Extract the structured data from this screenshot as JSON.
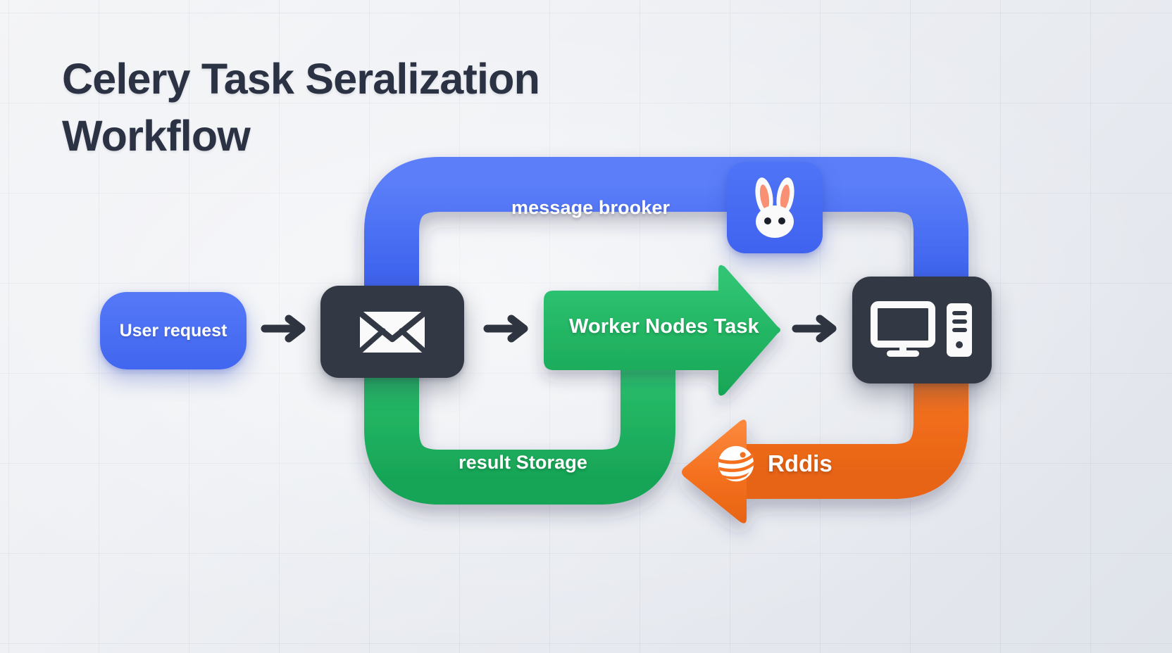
{
  "page": {
    "title_text": "Celery Task Seralization\nWorkflow",
    "background_color": "#eef0f4"
  },
  "colors": {
    "blue": "#4166ef",
    "blue_light": "#5579f7",
    "green": "#22b563",
    "green_light": "#2ec46f",
    "orange": "#f4701f",
    "orange_light": "#fb8034",
    "dark": "#333845",
    "white": "#ffffff",
    "title_ink": "#2b3243",
    "arrow_ink": "#2f3441"
  },
  "nodes": {
    "user_request": {
      "label": "User request",
      "shape": "pill",
      "color": "#4166ef"
    },
    "message_card": {
      "icon": "envelope-icon",
      "shape": "rounded-card",
      "color": "#333845"
    },
    "worker_arrow": {
      "label": "Worker Nodes Task",
      "shape": "right-arrow",
      "color": "#22b563"
    },
    "computer_card": {
      "icons": [
        "monitor-icon",
        "server-tower-icon"
      ],
      "shape": "rounded-card",
      "color": "#333845"
    },
    "rabbit_tile": {
      "icon": "rabbit-icon",
      "shape": "rounded-tile",
      "color": "#4166ef"
    }
  },
  "pipes": {
    "message_broker": {
      "label": "message brooker",
      "color": "#4166ef"
    },
    "result_storage": {
      "label": "result Storage",
      "color": "#22b563"
    },
    "redis": {
      "label": "Rddis",
      "icon": "redis-logo-icon",
      "color": "#f4701f"
    }
  },
  "connectors": [
    {
      "name": "user-to-message",
      "icon": "arrow-right-icon"
    },
    {
      "name": "message-to-worker",
      "icon": "arrow-right-icon"
    },
    {
      "name": "worker-to-computer",
      "icon": "arrow-right-icon"
    }
  ]
}
